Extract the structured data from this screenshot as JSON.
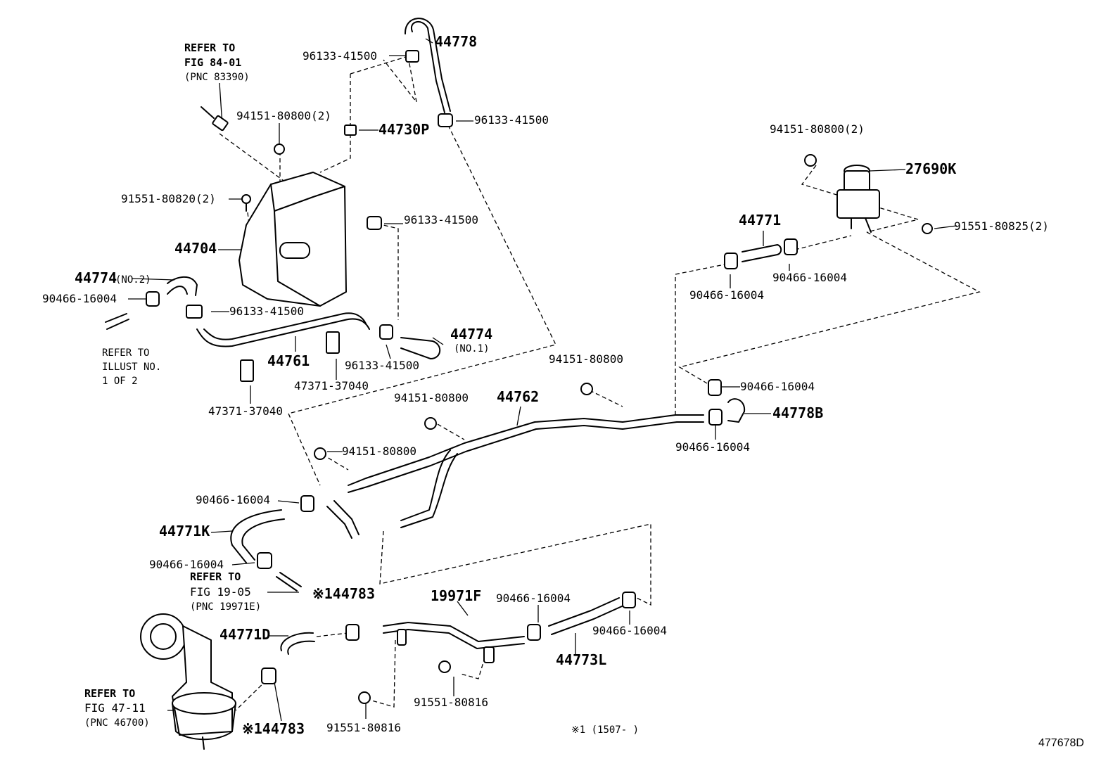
{
  "labels": {
    "p44778": "44778",
    "p96133_top": "96133-41500",
    "refer_8401_l1": "REFER TO",
    "refer_8401_l2": "FIG 84-01",
    "refer_8401_l3": "(PNC 83390)",
    "p94151_a": "94151-80800(2)",
    "p44730p": "44730P",
    "p96133_b": "96133-41500",
    "p91551_80820": "91551-80820(2)",
    "p96133_c": "96133-41500",
    "p44704": "44704",
    "p44774_no2": "44774",
    "p44774_no2_sub": "(NO.2)",
    "p90466_a": "90466-16004",
    "p96133_d": "96133-41500",
    "refer_illust_l1": "REFER TO",
    "refer_illust_l2": "ILLUST NO.",
    "refer_illust_l3": "1 OF 2",
    "p44761": "44761",
    "p44774_no1": "44774",
    "p44774_no1_sub": "(NO.1)",
    "p96133_e": "96133-41500",
    "p47371_a": "47371-37040",
    "p47371_b": "47371-37040",
    "p94151_b": "94151-80800(2)",
    "p27690k": "27690K",
    "p91551_80825": "91551-80825(2)",
    "p44771": "44771",
    "p90466_b": "90466-16004",
    "p90466_c": "90466-16004",
    "p94151_c": "94151-80800",
    "p90466_d": "90466-16004",
    "p94151_d": "94151-80800",
    "p44762": "44762",
    "p44778b": "44778B",
    "p90466_e": "90466-16004",
    "p94151_e": "94151-80800",
    "p90466_f": "90466-16004",
    "p44771k": "44771K",
    "p90466_g": "90466-16004",
    "refer_1905_l1": "REFER TO",
    "refer_1905_l2": "FIG 19-05",
    "refer_1905_l3": "(PNC 19971E)",
    "p44783_a": "※144783",
    "p19971f": "19971F",
    "p90466_h": "90466-16004",
    "p44771d": "44771D",
    "p90466_i": "90466-16004",
    "p44773l": "44773L",
    "p91551_80816_a": "91551-80816",
    "refer_4711_l1": "REFER TO",
    "refer_4711_l2": "FIG 47-11",
    "refer_4711_l3": "(PNC 46700)",
    "p44783_b": "※144783",
    "p91551_80816_b": "91551-80816",
    "footnote": "※1 (1507-    )",
    "diagram_code": "477678D"
  }
}
